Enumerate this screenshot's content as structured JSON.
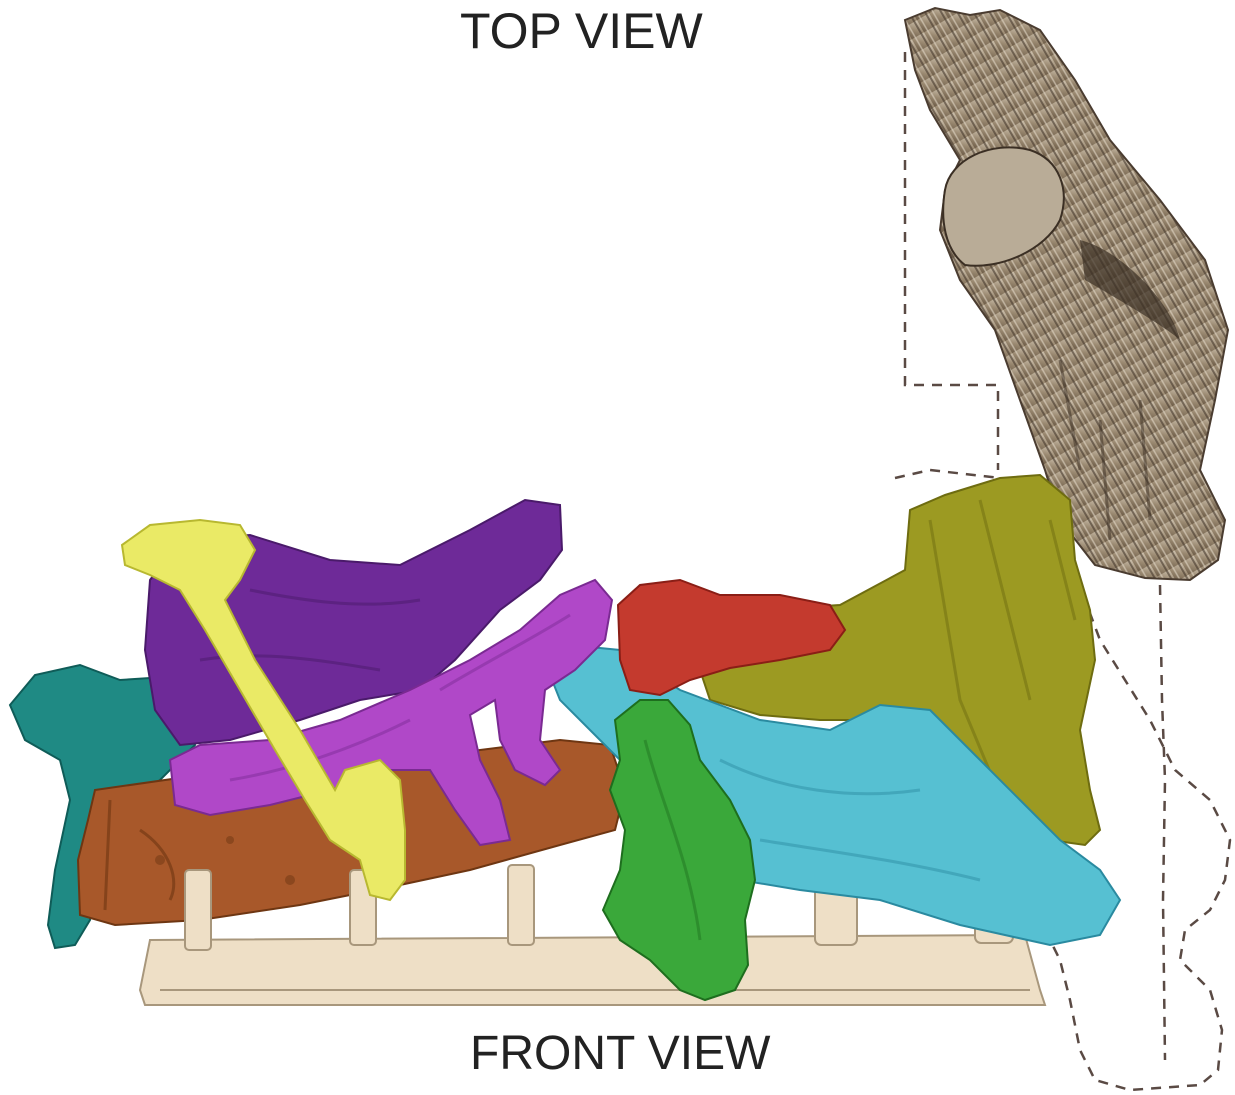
{
  "labels": {
    "top_view": "TOP VIEW",
    "front_view": "FRONT VIEW"
  },
  "logs": [
    {
      "id": "teal-log",
      "color": "#1f8a84"
    },
    {
      "id": "brown-log",
      "color": "#a8582a"
    },
    {
      "id": "purple-log",
      "color": "#6e2a98"
    },
    {
      "id": "yellow-log",
      "color": "#eaea66"
    },
    {
      "id": "magenta-log",
      "color": "#b048c8"
    },
    {
      "id": "olive-log",
      "color": "#9c9a22"
    },
    {
      "id": "red-log",
      "color": "#c43a2e"
    },
    {
      "id": "cyan-log",
      "color": "#56c0d2"
    },
    {
      "id": "green-log",
      "color": "#3aa83a"
    },
    {
      "id": "natural-log",
      "color": "#a89882"
    }
  ],
  "grate_color": "#eedfc6",
  "outline_color": "#5a4a44"
}
